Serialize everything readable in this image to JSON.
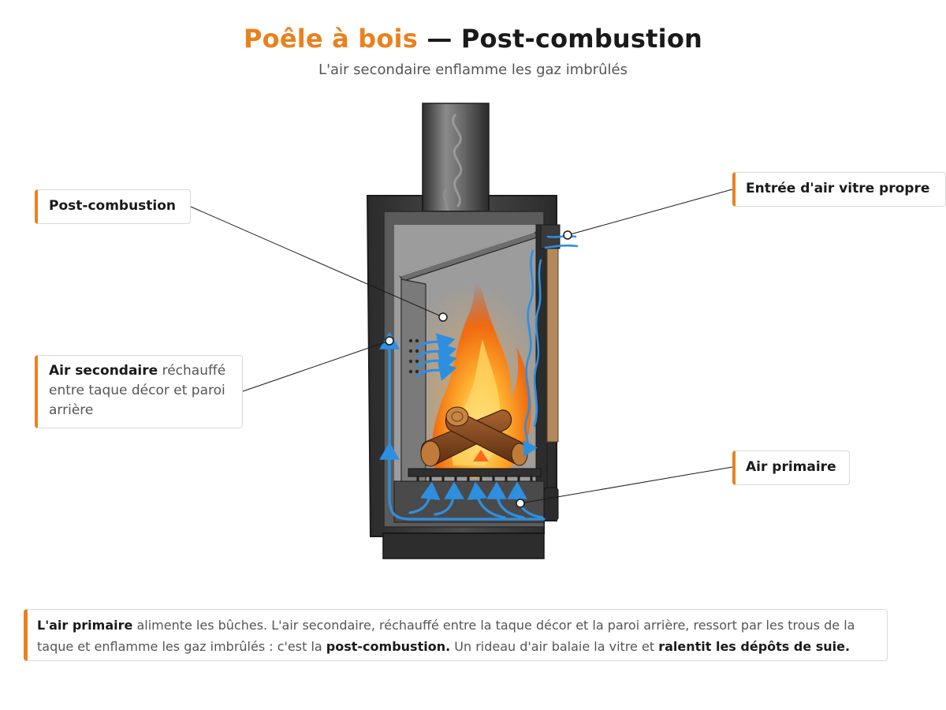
{
  "header": {
    "title_accent": "Poêle à bois",
    "title_rest": " — Post-combustion",
    "subtitle": "L'air secondaire enflamme les gaz imbrûlés"
  },
  "callouts": {
    "post_combustion": {
      "label": "Post-combustion"
    },
    "air_secondaire": {
      "label": "Air secondaire",
      "text": " réchauffé entre taque décor et paroi arrière"
    },
    "entree_air_vitre": {
      "label": "Entrée d'air vitre propre"
    },
    "air_primaire": {
      "label": "Air primaire"
    }
  },
  "summary": {
    "b1": "L'air primaire",
    "t1": " alimente les bûches. L'air secondaire, réchauffé entre la taque décor et la paroi arrière, ressort par les trous de la taque et enflamme les gaz imbrûlés : c'est la ",
    "b2": "post-combustion.",
    "t2": " Un rideau d'air balaie la vitre et ",
    "b3": "ralentit les dépôts de suie."
  },
  "colors": {
    "accent": "#e8821e",
    "air_flow": "#2e8fe0",
    "flame": "#f08a1c",
    "stove_body": "#3a3a3a"
  }
}
